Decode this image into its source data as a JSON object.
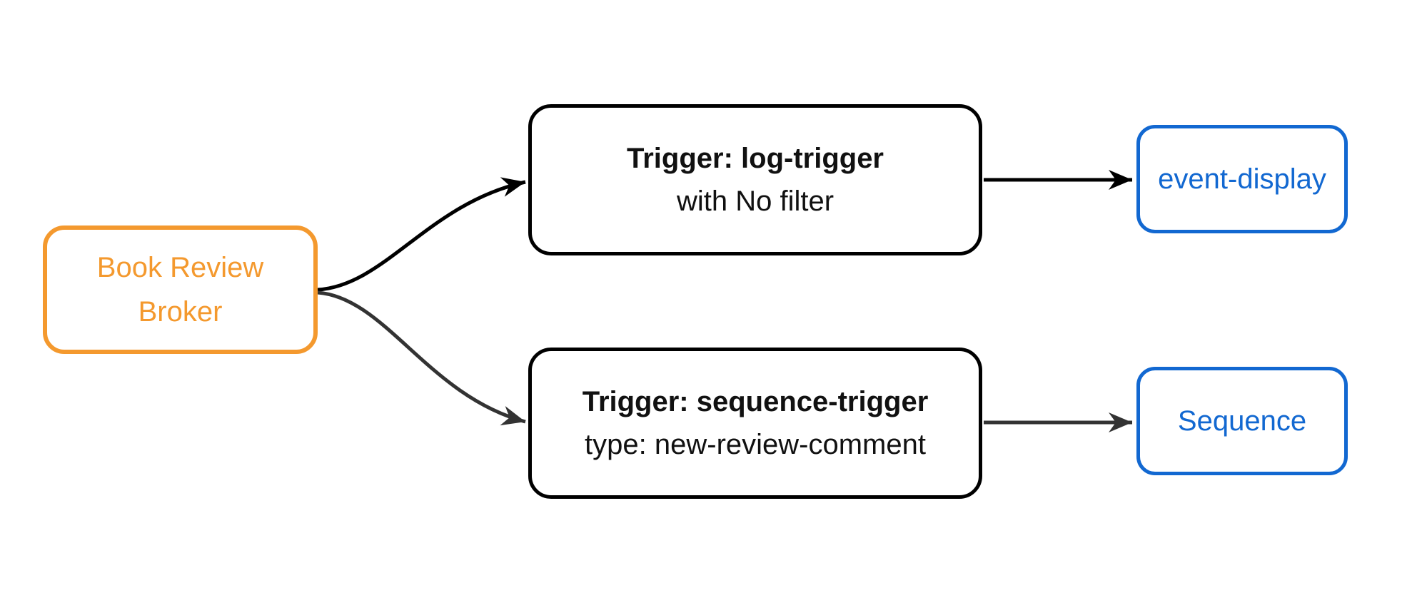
{
  "colors": {
    "background": "#FFFFFF",
    "broker_orange": "#F4992E",
    "service_blue": "#1268D1",
    "node_black": "#000000",
    "edge_black": "#000000",
    "edge_gray": "#333333",
    "text_dark": "#111111"
  },
  "nodes": {
    "broker": {
      "line1": "Book Review",
      "line2": "Broker"
    },
    "log_trigger": {
      "title": "Trigger: log-trigger",
      "subtitle": "with No filter"
    },
    "sequence_trigger": {
      "title": "Trigger: sequence-trigger",
      "subtitle": "type: new-review-comment"
    },
    "event_display": {
      "label": "event-display"
    },
    "sequence": {
      "label": "Sequence"
    }
  },
  "edges": [
    {
      "from": "broker",
      "to": "log-trigger",
      "color": "#000000"
    },
    {
      "from": "broker",
      "to": "sequence-trigger",
      "color": "#333333"
    },
    {
      "from": "log-trigger",
      "to": "event-display",
      "color": "#000000"
    },
    {
      "from": "sequence-trigger",
      "to": "sequence",
      "color": "#333333"
    }
  ]
}
